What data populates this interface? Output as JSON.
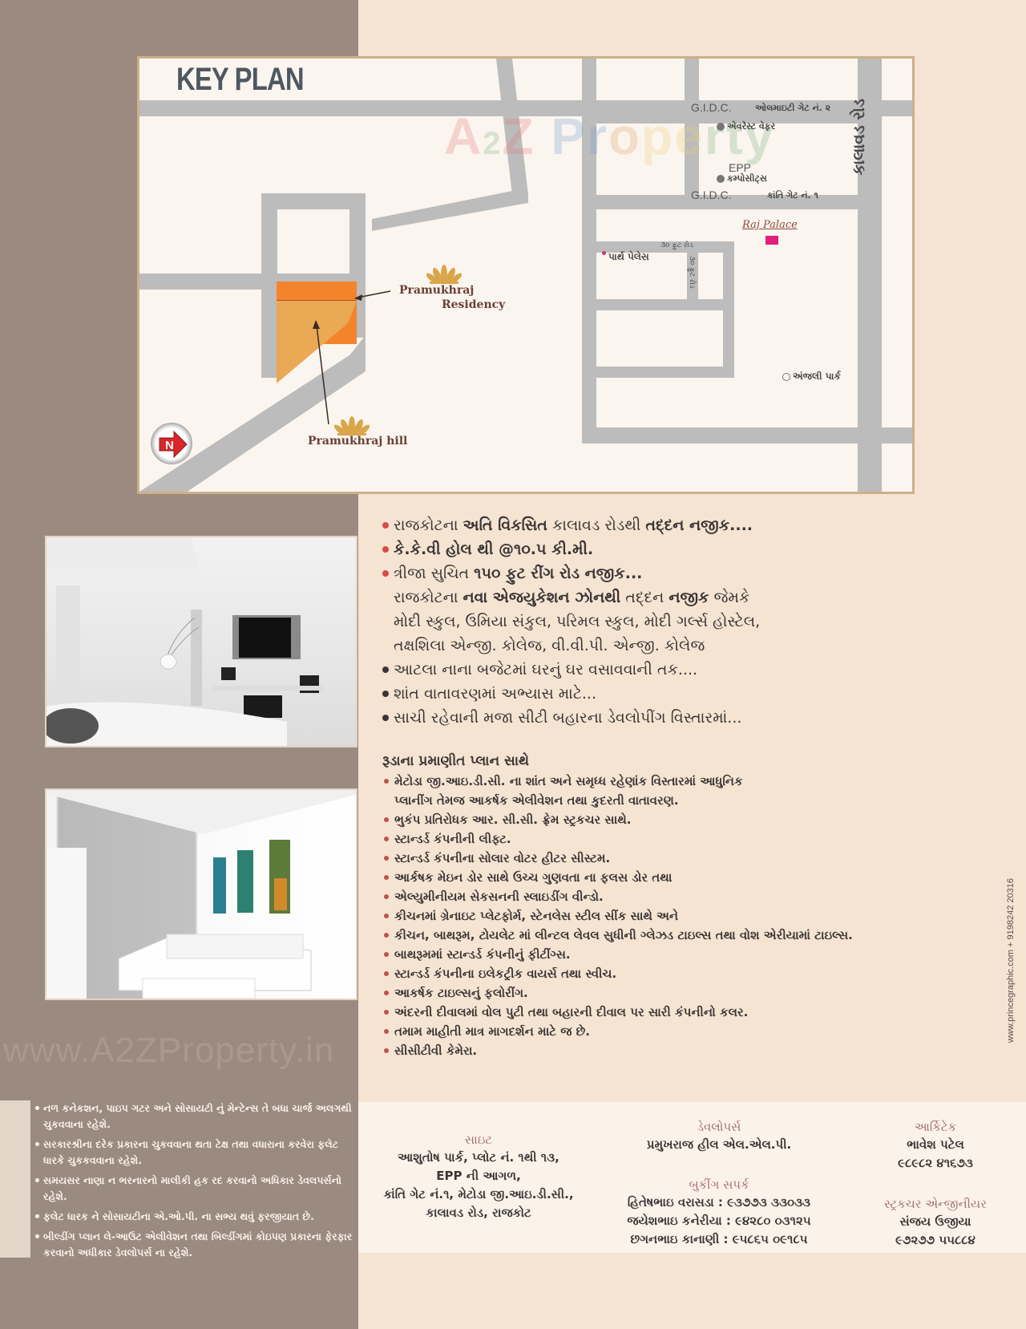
{
  "key_plan": {
    "title": "KEY PLAN",
    "watermark": {
      "a": "A",
      "two": "2",
      "z": "Z",
      "p": "P",
      "r": "r",
      "o": "o",
      "pe": "pe",
      "rty": "rty"
    },
    "labels": {
      "gidc_top": "G.I.D.C.",
      "olmaity_gate": "ઓલમાઇટી ગેટ નં. ૨",
      "everest_wafer": "એવરેસ્ટ વેફર",
      "epp": "EPP",
      "composites": "કમ્પોસીટ્સ",
      "gidc_bottom": "G.I.D.C.",
      "kanti_gate": "કાંતિ ગેટ નં. ૧",
      "kalavad_road": "કાલાવડ રોડ",
      "raj_palace": "Raj Palace",
      "road_30ft": "૩૦ ફુટ રોડ",
      "road_30ft_vertical": "૩૦ ફુટ રોડ",
      "parth_palace": "પાર્થ પેલેસ",
      "anjali_park": "અંજલી પાર્ક",
      "residency_line1": "Pramukhraj",
      "residency_line2": "Residency",
      "hill": "Pramukhraj hill",
      "north": "N"
    }
  },
  "features": {
    "items": [
      {
        "pre": "રાજકોટના ",
        "b1": "અતિ વિકસિત",
        "mid": " કાલાવડ રોડથી ",
        "b2": "તદ્દન નજીક...."
      },
      {
        "b1": "કે.કે.વી હોલ થી @૧૦.૫ કી.મી."
      },
      {
        "pre": "ત્રીજા સુચિત ",
        "b1": "૧૫૦ ફુટ રીંગ રોડ નજીક..."
      }
    ],
    "continuation": {
      "pre": "રાજકોટના ",
      "b1": "નવા એજયુકેશન ઝોનથી",
      "mid": " તદ્દન ",
      "b2": "નજીક",
      "post": " જેમકે",
      "line2": "મોદી સ્કુલ, ઉમિયા સંકુલ, પરિમલ સ્કુલ, મોદી ગર્લ્સ હોસ્ટેલ,",
      "line3": "તક્ષશિલા એન્જી. કોલેજ, વી.વી.પી. એન્જી. કોલેજ"
    },
    "dark_items": [
      "આટલા નાના બજેટમાં ઘરનું ઘર વસાવવાની તક....",
      "શાંત વાતાવરણમાં અભ્યાસ માટે...",
      "સાચી રહેવાની મજા સીટી બહારના ડેવલોપીંગ વિસ્તારમાં..."
    ]
  },
  "specs": {
    "heading": "રૂડાના પ્રમાણીત પ્લાન સાથે",
    "item0_line1": "મેટોડા જી.આઇ.ડી.સી. ના શાંત અને સમૃધ્ધ રહેણાંક વિસ્તારમાં આધુનિક",
    "item0_line2": "પ્લાનીંગ તેમજ આકર્ષક એલીવેશન તથા કુદરતી વાતાવરણ.",
    "items": [
      "ભુકંપ પ્રતિરોધક આર. સી.સી. ફ્રેમ સ્ટ્રકચર સાથે.",
      "સ્ટાન્ડર્ડ કંપનીની લીફ્ટ.",
      "સ્ટાન્ડર્ડ કંપનીના સોલાર વોટર હીટર સીસ્ટમ.",
      "આર્કષક મેઇન ડોર સાથે ઉચ્ચ ગુણવતા ના ફલસ ડોર તથા",
      "એલ્યુમીનીયમ સેકસનની સ્લાઇડીંગ વીન્ડો.",
      "કીચનમાં ગ્રેનાઇટ પ્લેટફોર્મ, સ્ટેનલેસ સ્ટીલ સીંક સાથે અને",
      "કીચન, બાથરૂમ, ટોયલેટ માં લીન્ટલ લેવલ સુધીની ગ્લેઝડ ટાઇલ્સ તથા વોશ એરીયામાં ટાઇલ્સ.",
      "બાથરૂમમાં સ્ટાન્ડર્ડ કંપનીનું ફીટીંગ્સ.",
      "સ્ટાન્ડર્ડ કંપનીના ઇલેકટ્રીક વાયર્સ તથા સ્વીચ.",
      "આકર્ષક ટાઇલ્સનું ફલોરીંગ.",
      "અંદરની દીવાલમાં વોલ પુટી તથા બહારની દીવાલ પર સારી કંપનીનો કલર.",
      "તમામ માહીતી માત્ર માગદર્શન માટે જ છે.",
      "સીસીટીવી કેમેરા."
    ]
  },
  "photos": {
    "bedroom": "bedroom-render",
    "living": "living-room-render"
  },
  "watermark_bottom": "www.A2ZProperty.in",
  "terms": [
    "નળ કનેકશન, પાઇપ ગટર અને સોસાયટી નું મેન્ટેન્સ તે બધા ચાર્જ અલગથી ચુકવવાના રહેશે.",
    "સરકારશ્રીના દરેક પ્રકારના ચુકવવાના થતા ટેક્ષ તથા વધારાના કરવેરા ફલેટ ધારકે ચુકકવવાના રહેશે.",
    "સમયસર નાણા ન ભરનારનો માલીકી હક રદ કરવાનો અધિકાર ડેવલપર્સનો રહેશે.",
    "ફલેટ ધારક ને સોસાયટીના એ.ઓ.પી. ના સભ્ય થવું ફરજીયાત છે.",
    "બીલ્ડીંગ પ્લાન લે-આઉટ એલીવેશન તથા બિલ્ડીંગમાં કોઇપણ પ્રકારના ફેરફાર કરવાનો અધીકાર ડેવલોપર્સ ના રહેશે."
  ],
  "contact": {
    "site": {
      "heading": "સાઇટ",
      "lines": [
        "આશુતોષ પાર્ક, પ્લોટ નં. ૧થી ૧૩,",
        "EPP ની આગળ,",
        "કાંતિ ગેટ નં.૧, મેટોડા જી.આઇ.ડી.સી.,",
        "કાલાવડ રોડ, રાજકોટ"
      ]
    },
    "developers": {
      "heading": "ડેવલોપર્સ",
      "name": "પ્રમુખરાજ હીલ એલ.એલ.પી."
    },
    "booking": {
      "heading": "બુકીંગ સપર્ક",
      "lines": [
        "હિતેષભાઇ વરાસડા : ૯૩૭૭૩ ૩૩૦૩૩",
        "જયેશભાઇ કનેરીયા : ૯૪૨૮૦ ૦૩૧૨૫",
        "છગનભાઇ કાનાણી : ૯૫૮૬૫ ૦૯૧૮૫"
      ]
    },
    "architect": {
      "heading": "આર્કિટેક",
      "name": "ભાવેશ પટેલ",
      "phone": "૯૮૯૮૨ ૪૧૬૭૩"
    },
    "engineer": {
      "heading": "સ્ટ્રકચર એન્જીનીયર",
      "name": "સંજય ઉજીયા",
      "phone": "૯૭૨૭૭ ૫૫૮૮૪"
    }
  },
  "credit": "www.princegraphic.com  + 9198242 20316",
  "colors": {
    "left_band": "#9b8a80",
    "right_band": "#f5e4d2",
    "orange_plot": "#f4842c",
    "orange_plot_light": "#eaa955",
    "road": "#bdbdbd",
    "accent_red": "#d84a4a"
  }
}
